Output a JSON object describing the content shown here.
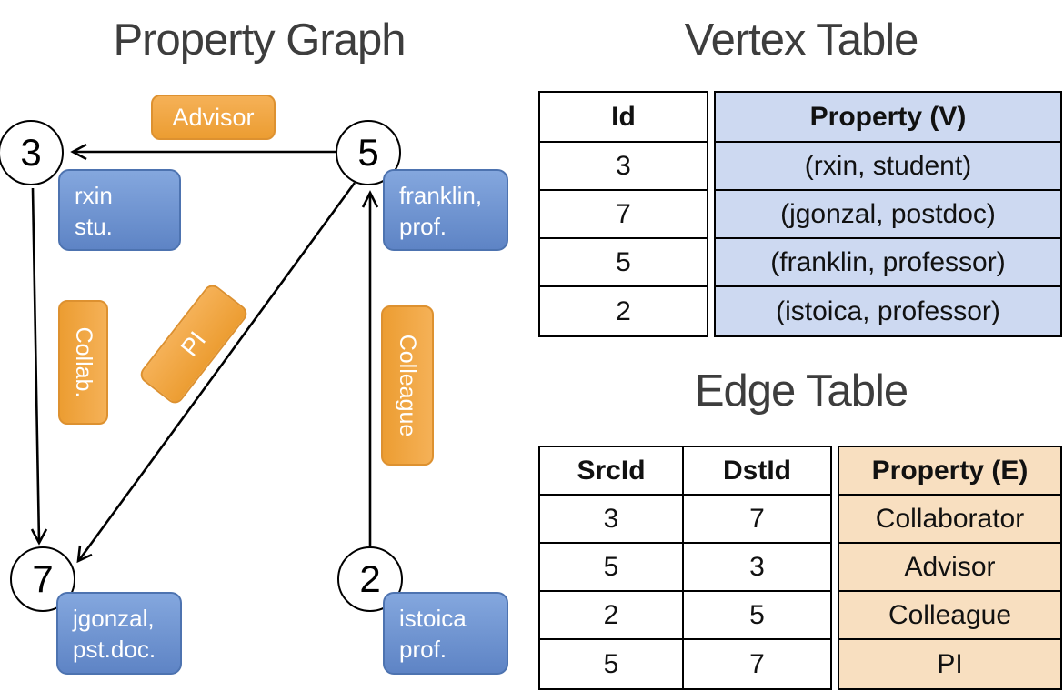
{
  "graph": {
    "title": "Property Graph",
    "nodes": [
      {
        "id": "3"
      },
      {
        "id": "5"
      },
      {
        "id": "7"
      },
      {
        "id": "2"
      }
    ],
    "vertex_labels": [
      {
        "line1": "rxin",
        "line2": "stu."
      },
      {
        "line1": "franklin,",
        "line2": "prof."
      },
      {
        "line1": "jgonzal,",
        "line2": "pst.doc."
      },
      {
        "line1": "istoica",
        "line2": "prof."
      }
    ],
    "edge_labels": {
      "advisor": "Advisor",
      "collab": "Collab.",
      "pi": "PI",
      "colleague": "Colleague"
    }
  },
  "vertex_table": {
    "title": "Vertex Table",
    "columns": {
      "id": "Id",
      "property": "Property (V)"
    },
    "rows": [
      {
        "id": "3",
        "property": "(rxin, student)"
      },
      {
        "id": "7",
        "property": "(jgonzal, postdoc)"
      },
      {
        "id": "5",
        "property": "(franklin, professor)"
      },
      {
        "id": "2",
        "property": "(istoica, professor)"
      }
    ]
  },
  "edge_table": {
    "title": "Edge Table",
    "columns": {
      "src": "SrcId",
      "dst": "DstId",
      "property": "Property (E)"
    },
    "rows": [
      {
        "src": "3",
        "dst": "7",
        "property": "Collaborator"
      },
      {
        "src": "5",
        "dst": "3",
        "property": "Advisor"
      },
      {
        "src": "2",
        "dst": "5",
        "property": "Colleague"
      },
      {
        "src": "5",
        "dst": "7",
        "property": "PI"
      }
    ]
  },
  "colors": {
    "vertex_box": "#6d92d3",
    "edge_label_box": "#efa544",
    "vertex_cell_bg": "#cdd9f1",
    "edge_cell_bg": "#f8dfc0"
  }
}
